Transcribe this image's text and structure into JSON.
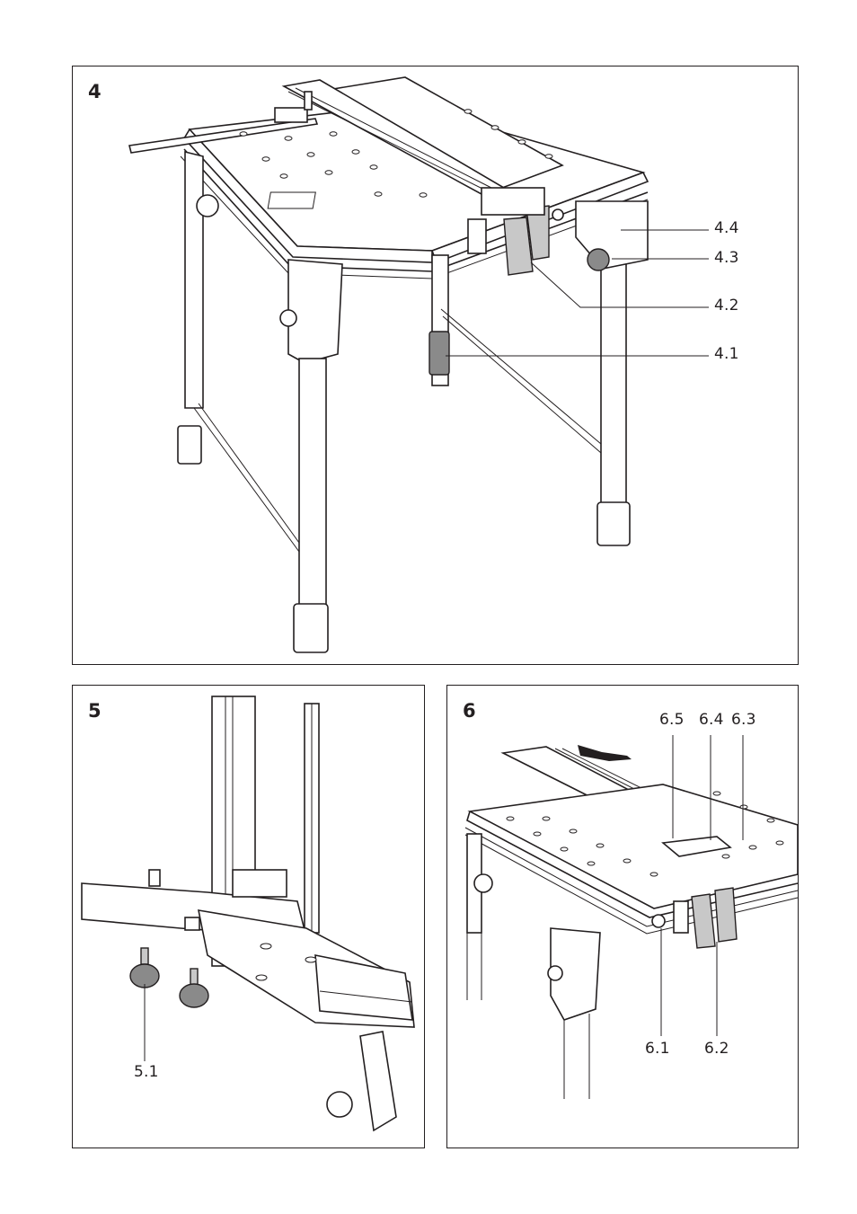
{
  "figures": [
    {
      "number": "4",
      "callouts": [
        "4.4",
        "4.3",
        "4.2",
        "4.1"
      ]
    },
    {
      "number": "5",
      "callouts": [
        "5.1"
      ]
    },
    {
      "number": "6",
      "callouts": [
        "6.5",
        "6.4",
        "6.3",
        "6.1",
        "6.2"
      ]
    }
  ],
  "icons": {
    "fig4": "multifunction-table-drawing",
    "fig5": "leg-clamp-detail-drawing",
    "fig6": "table-extension-drawing"
  }
}
